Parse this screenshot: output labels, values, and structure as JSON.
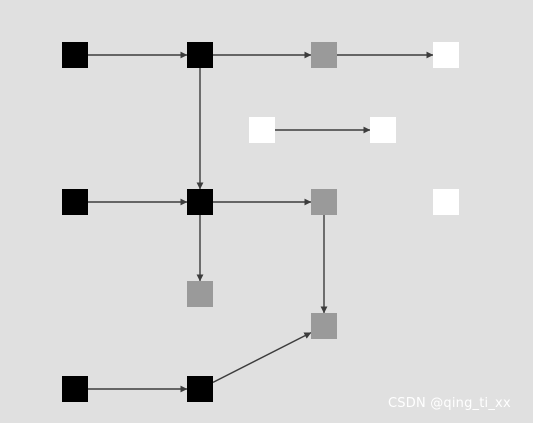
{
  "colors": {
    "background": "#e0e0e0",
    "black": "#000000",
    "gray": "#9a9a9a",
    "white": "#ffffff",
    "edge": "#3c3c3c"
  },
  "nodes": [
    {
      "id": "r1c1",
      "fill": "black"
    },
    {
      "id": "r1c2",
      "fill": "black"
    },
    {
      "id": "r1c3",
      "fill": "gray"
    },
    {
      "id": "r1c4",
      "fill": "white"
    },
    {
      "id": "r2c2",
      "fill": "white"
    },
    {
      "id": "r2c3",
      "fill": "white"
    },
    {
      "id": "r3c1",
      "fill": "black"
    },
    {
      "id": "r3c2",
      "fill": "black"
    },
    {
      "id": "r3c3",
      "fill": "gray"
    },
    {
      "id": "r3c4",
      "fill": "white"
    },
    {
      "id": "r4c2",
      "fill": "gray"
    },
    {
      "id": "r4c3",
      "fill": "gray"
    },
    {
      "id": "r5c1",
      "fill": "black"
    },
    {
      "id": "r5c2",
      "fill": "black"
    }
  ],
  "edges": [
    {
      "from": "r1c1",
      "to": "r1c2"
    },
    {
      "from": "r1c2",
      "to": "r1c3"
    },
    {
      "from": "r1c3",
      "to": "r1c4"
    },
    {
      "from": "r1c2",
      "to": "r3c2"
    },
    {
      "from": "r2c2",
      "to": "r2c3"
    },
    {
      "from": "r3c1",
      "to": "r3c2"
    },
    {
      "from": "r3c2",
      "to": "r3c3"
    },
    {
      "from": "r3c2",
      "to": "r4c2"
    },
    {
      "from": "r3c3",
      "to": "r4c3"
    },
    {
      "from": "r5c1",
      "to": "r5c2"
    },
    {
      "from": "r5c2",
      "to": "r4c3"
    }
  ],
  "watermark": "CSDN @qing_ti_xx"
}
